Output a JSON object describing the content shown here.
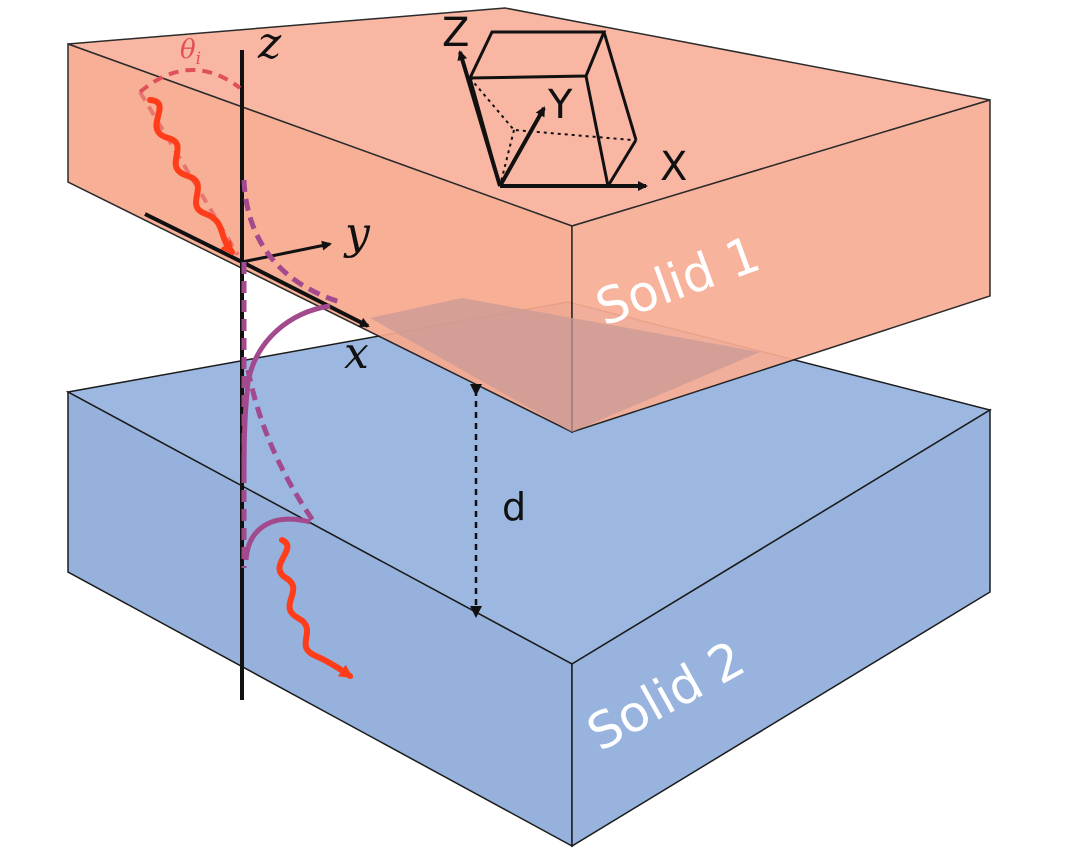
{
  "labels": {
    "solid1": "Solid 1",
    "solid2": "Solid 2",
    "axis_z": "z",
    "axis_y": "y",
    "axis_x": "x",
    "crystal_Z": "Z",
    "crystal_Y": "Y",
    "crystal_X": "X",
    "gap": "d",
    "angle": "θ",
    "angle_sub": "i"
  },
  "colors": {
    "solid1_top": "#f9b19c",
    "solid1_front": "#f7a98f",
    "solid1_side": "#f8ae95",
    "solid2_top": "#9db8e0",
    "solid2_front": "#95b1dc",
    "solid2_side": "#98b4de",
    "overlap": "#c99a95",
    "wave": "#ff3d1a",
    "evanescent": "#a34a8f",
    "angle_arc": "#e0505a"
  },
  "icons": {
    "incident_wave": "wavy-arrow",
    "transmitted_wave": "wavy-arrow",
    "gap_marker": "double-headed-dashed-arrow",
    "crystal_axes": "cube-with-axes"
  }
}
